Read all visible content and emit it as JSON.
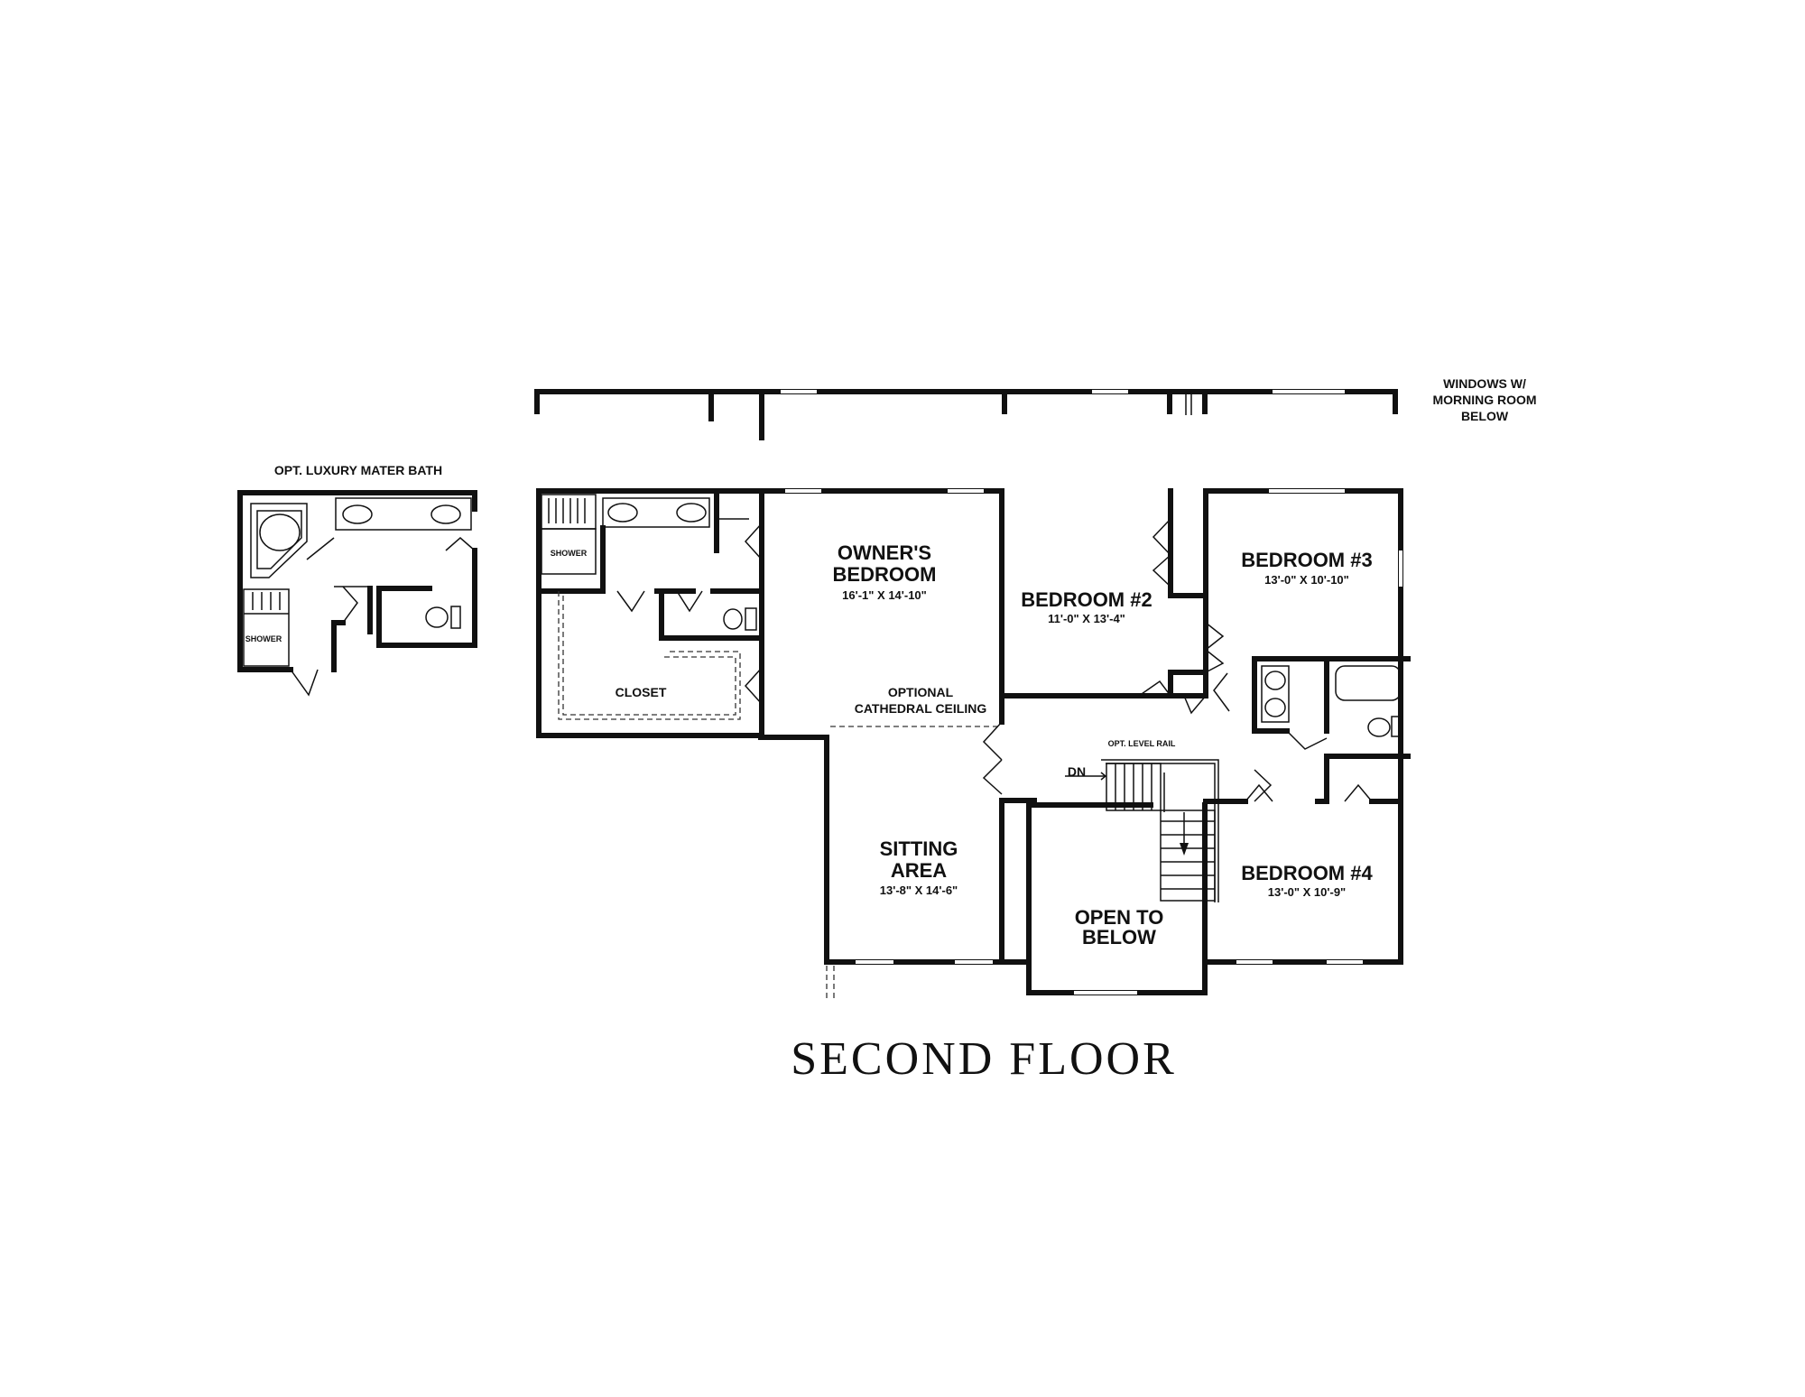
{
  "plan_title": "SECOND FLOOR",
  "annotations": {
    "windows_below": [
      "WINDOWS W/",
      "MORNING ROOM",
      "BELOW"
    ],
    "opt_bath_title": "OPT. LUXURY MATER BATH",
    "optional_ceiling": [
      "OPTIONAL",
      "CATHEDRAL CEILING"
    ],
    "level_rail": "OPT. LEVEL RAIL",
    "stair_down": "DN"
  },
  "rooms": {
    "owners_bedroom": {
      "name": [
        "OWNER'S",
        "BEDROOM"
      ],
      "size": "16'-1\" X 14'-10\""
    },
    "bedroom_2": {
      "name": [
        "BEDROOM #2"
      ],
      "size": "11'-0\" X 13'-4\""
    },
    "bedroom_3": {
      "name": [
        "BEDROOM #3"
      ],
      "size": "13'-0\" X 10'-10\""
    },
    "bedroom_4": {
      "name": [
        "BEDROOM #4"
      ],
      "size": "13'-0\" X 10'-9\""
    },
    "sitting_area": {
      "name": [
        "SITTING",
        "AREA"
      ],
      "size": "13'-8\" X 14'-6\""
    },
    "open_to_below": {
      "name": [
        "OPEN TO",
        "BELOW"
      ]
    },
    "closet": {
      "name": [
        "CLOSET"
      ]
    },
    "shower_main": {
      "name": [
        "SHOWER"
      ]
    },
    "shower_opt": {
      "name": [
        "SHOWER"
      ]
    }
  }
}
